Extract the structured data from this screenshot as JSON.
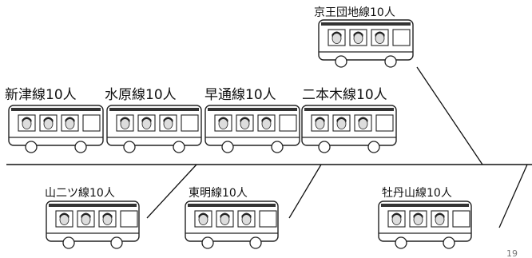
{
  "buses": [
    {
      "label": "京王団地線10人",
      "passengers": 3
    },
    {
      "label": "新津線10人",
      "passengers": 3
    },
    {
      "label": "水原線10人",
      "passengers": 3
    },
    {
      "label": "早通線10人",
      "passengers": 3
    },
    {
      "label": "二本木線10人",
      "passengers": 3
    },
    {
      "label": "山二ツ線10人",
      "passengers": 3
    },
    {
      "label": "東明線10人",
      "passengers": 3
    },
    {
      "label": "牡丹山線10人",
      "passengers": 3
    }
  ],
  "page_number": "19"
}
